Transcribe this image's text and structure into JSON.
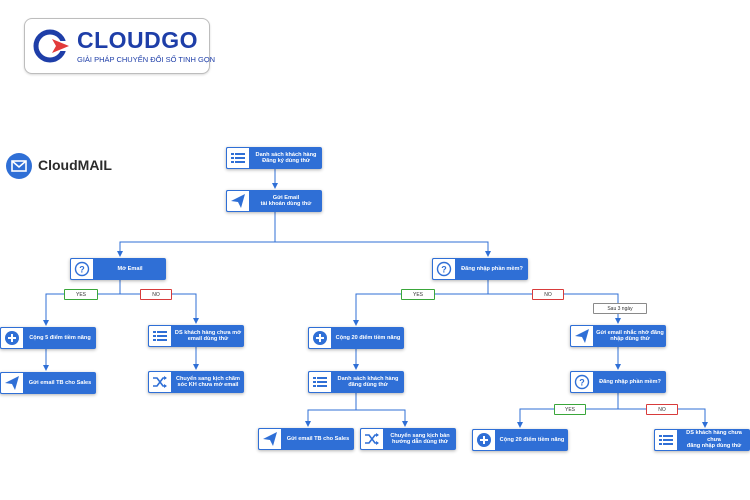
{
  "brand": {
    "name": "CLOUDGO",
    "tagline": "GIẢI PHÁP CHUYỂN ĐỔI SỐ TINH GỌN",
    "colors": {
      "primary": "#1e3ea8",
      "accent": "#e23a3a",
      "node": "#2f6fd6",
      "yes": "#3aa63a",
      "no": "#d83b3b"
    }
  },
  "product": {
    "name": "CloudMAIL",
    "icon": "mail-icon"
  },
  "nodes": {
    "n1": {
      "text": "Danh sách khách hàng\nĐăng ký dùng thử",
      "icon": "list-icon"
    },
    "n2": {
      "text": "Gửi Email\ntài khoản dùng thử",
      "icon": "send-icon"
    },
    "n3": {
      "text": "Mở Email",
      "icon": "question-icon"
    },
    "n4": {
      "text": "Đăng nhập phần mềm?",
      "icon": "question-icon"
    },
    "n5": {
      "text": "Cộng 5 điểm tiềm năng",
      "icon": "plus-icon"
    },
    "n6": {
      "text": "DS khách hàng chưa mở\nemail dùng thử",
      "icon": "list-icon"
    },
    "n7": {
      "text": "Gửi email TB cho Sales",
      "icon": "send-icon"
    },
    "n8": {
      "text": "Chuyển sang kịch chăm\nsóc KH chưa mở email",
      "icon": "shuffle-icon"
    },
    "n9": {
      "text": "Cộng 20 điểm tiềm năng",
      "icon": "plus-icon"
    },
    "n10": {
      "text": "Danh sách khách hàng\nđăng dùng thử",
      "icon": "list-icon"
    },
    "n11": {
      "text": "Gửi email TB cho Sales",
      "icon": "send-icon"
    },
    "n12": {
      "text": "Chuyển sang kịch bản\nhướng dẫn dùng thử",
      "icon": "shuffle-icon"
    },
    "n13": {
      "text": "Gửi email nhắc nhở đăng\nnhập dùng thử",
      "icon": "send-icon"
    },
    "n14": {
      "text": "Đăng nhập phần mềm?",
      "icon": "question-icon"
    },
    "n15": {
      "text": "Cộng 20 điểm tiềm năng",
      "icon": "plus-icon"
    },
    "n16": {
      "text": "DS khách hàng chưa chưa\nđăng nhập dùng thử",
      "icon": "list-icon"
    }
  },
  "labels": {
    "l1": "YES",
    "l2": "NO",
    "l3": "YES",
    "l4": "NO",
    "l5": "Sau 3 ngày",
    "l6": "YES",
    "l7": "NO"
  }
}
